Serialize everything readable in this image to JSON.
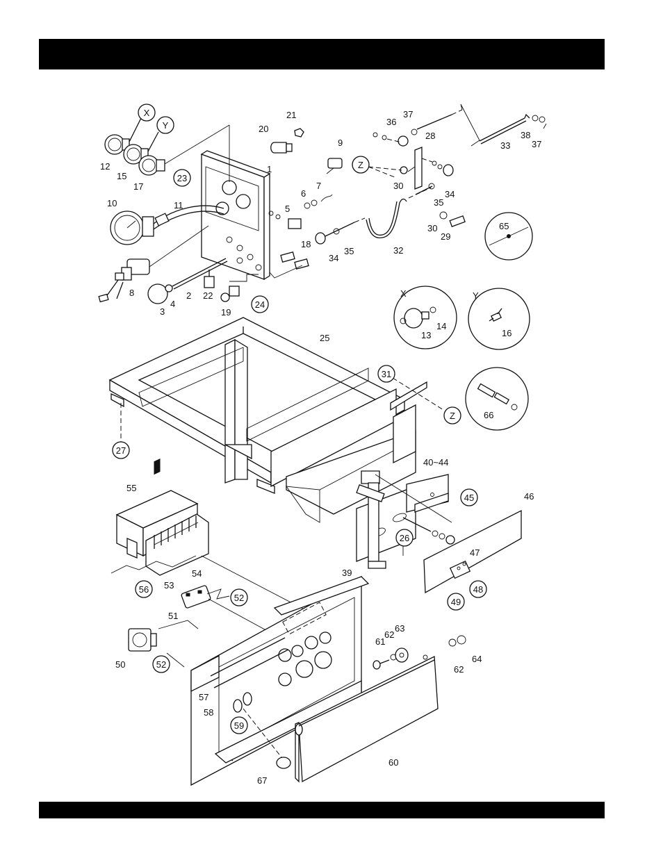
{
  "diagram": {
    "callouts": [
      {
        "id": "c1",
        "text": "1",
        "circled": false
      },
      {
        "id": "c2",
        "text": "2",
        "circled": false
      },
      {
        "id": "c3",
        "text": "3",
        "circled": false
      },
      {
        "id": "c4",
        "text": "4",
        "circled": false
      },
      {
        "id": "c5",
        "text": "5",
        "circled": false
      },
      {
        "id": "c6",
        "text": "6",
        "circled": false
      },
      {
        "id": "c7",
        "text": "7",
        "circled": false
      },
      {
        "id": "c8",
        "text": "8",
        "circled": false
      },
      {
        "id": "c9",
        "text": "9",
        "circled": false
      },
      {
        "id": "c10",
        "text": "10",
        "circled": false
      },
      {
        "id": "c11",
        "text": "11",
        "circled": false
      },
      {
        "id": "c12",
        "text": "12",
        "circled": false
      },
      {
        "id": "c13",
        "text": "13",
        "circled": false
      },
      {
        "id": "c14",
        "text": "14",
        "circled": false
      },
      {
        "id": "c15",
        "text": "15",
        "circled": false
      },
      {
        "id": "c16",
        "text": "16",
        "circled": false
      },
      {
        "id": "c17",
        "text": "17",
        "circled": false
      },
      {
        "id": "c18",
        "text": "18",
        "circled": false
      },
      {
        "id": "c19",
        "text": "19",
        "circled": false
      },
      {
        "id": "c20",
        "text": "20",
        "circled": false
      },
      {
        "id": "c21",
        "text": "21",
        "circled": false
      },
      {
        "id": "c22",
        "text": "22",
        "circled": false
      },
      {
        "id": "c23",
        "text": "23",
        "circled": true
      },
      {
        "id": "c24",
        "text": "24",
        "circled": true
      },
      {
        "id": "c25",
        "text": "25",
        "circled": false
      },
      {
        "id": "c26",
        "text": "26",
        "circled": true
      },
      {
        "id": "c27",
        "text": "27",
        "circled": true
      },
      {
        "id": "c28",
        "text": "28",
        "circled": false
      },
      {
        "id": "c29",
        "text": "29",
        "circled": false
      },
      {
        "id": "c30a",
        "text": "30",
        "circled": false
      },
      {
        "id": "c30b",
        "text": "30",
        "circled": false
      },
      {
        "id": "c31",
        "text": "31",
        "circled": true
      },
      {
        "id": "c32",
        "text": "32",
        "circled": false
      },
      {
        "id": "c33",
        "text": "33",
        "circled": false
      },
      {
        "id": "c34a",
        "text": "34",
        "circled": false
      },
      {
        "id": "c34b",
        "text": "34",
        "circled": false
      },
      {
        "id": "c35a",
        "text": "35",
        "circled": false
      },
      {
        "id": "c35b",
        "text": "35",
        "circled": false
      },
      {
        "id": "c36",
        "text": "36",
        "circled": false
      },
      {
        "id": "c37a",
        "text": "37",
        "circled": false
      },
      {
        "id": "c37b",
        "text": "37",
        "circled": false
      },
      {
        "id": "c38",
        "text": "38",
        "circled": false
      },
      {
        "id": "c39",
        "text": "39",
        "circled": false
      },
      {
        "id": "c40",
        "text": "40~44",
        "circled": false
      },
      {
        "id": "c45",
        "text": "45",
        "circled": true
      },
      {
        "id": "c46",
        "text": "46",
        "circled": false
      },
      {
        "id": "c47",
        "text": "47",
        "circled": false
      },
      {
        "id": "c48",
        "text": "48",
        "circled": true
      },
      {
        "id": "c49",
        "text": "49",
        "circled": true
      },
      {
        "id": "c50",
        "text": "50",
        "circled": false
      },
      {
        "id": "c51",
        "text": "51",
        "circled": false
      },
      {
        "id": "c52a",
        "text": "52",
        "circled": true
      },
      {
        "id": "c52b",
        "text": "52",
        "circled": true
      },
      {
        "id": "c53",
        "text": "53",
        "circled": false
      },
      {
        "id": "c54",
        "text": "54",
        "circled": false
      },
      {
        "id": "c55",
        "text": "55",
        "circled": false
      },
      {
        "id": "c56",
        "text": "56",
        "circled": true
      },
      {
        "id": "c57",
        "text": "57",
        "circled": false
      },
      {
        "id": "c58",
        "text": "58",
        "circled": false
      },
      {
        "id": "c59",
        "text": "59",
        "circled": true
      },
      {
        "id": "c60",
        "text": "60",
        "circled": false
      },
      {
        "id": "c61",
        "text": "61",
        "circled": false
      },
      {
        "id": "c62a",
        "text": "62",
        "circled": false
      },
      {
        "id": "c62b",
        "text": "62",
        "circled": false
      },
      {
        "id": "c63",
        "text": "63",
        "circled": false
      },
      {
        "id": "c64",
        "text": "64",
        "circled": false
      },
      {
        "id": "c65",
        "text": "65",
        "circled": false
      },
      {
        "id": "c66",
        "text": "66",
        "circled": false
      },
      {
        "id": "c67",
        "text": "67",
        "circled": false
      },
      {
        "id": "cX",
        "text": "X",
        "circled": true
      },
      {
        "id": "cY",
        "text": "Y",
        "circled": true
      },
      {
        "id": "cZa",
        "text": "Z",
        "circled": true
      },
      {
        "id": "cZb",
        "text": "Z",
        "circled": true
      },
      {
        "id": "dX",
        "text": "X",
        "circled": false
      },
      {
        "id": "dY",
        "text": "Y",
        "circled": false
      }
    ]
  }
}
